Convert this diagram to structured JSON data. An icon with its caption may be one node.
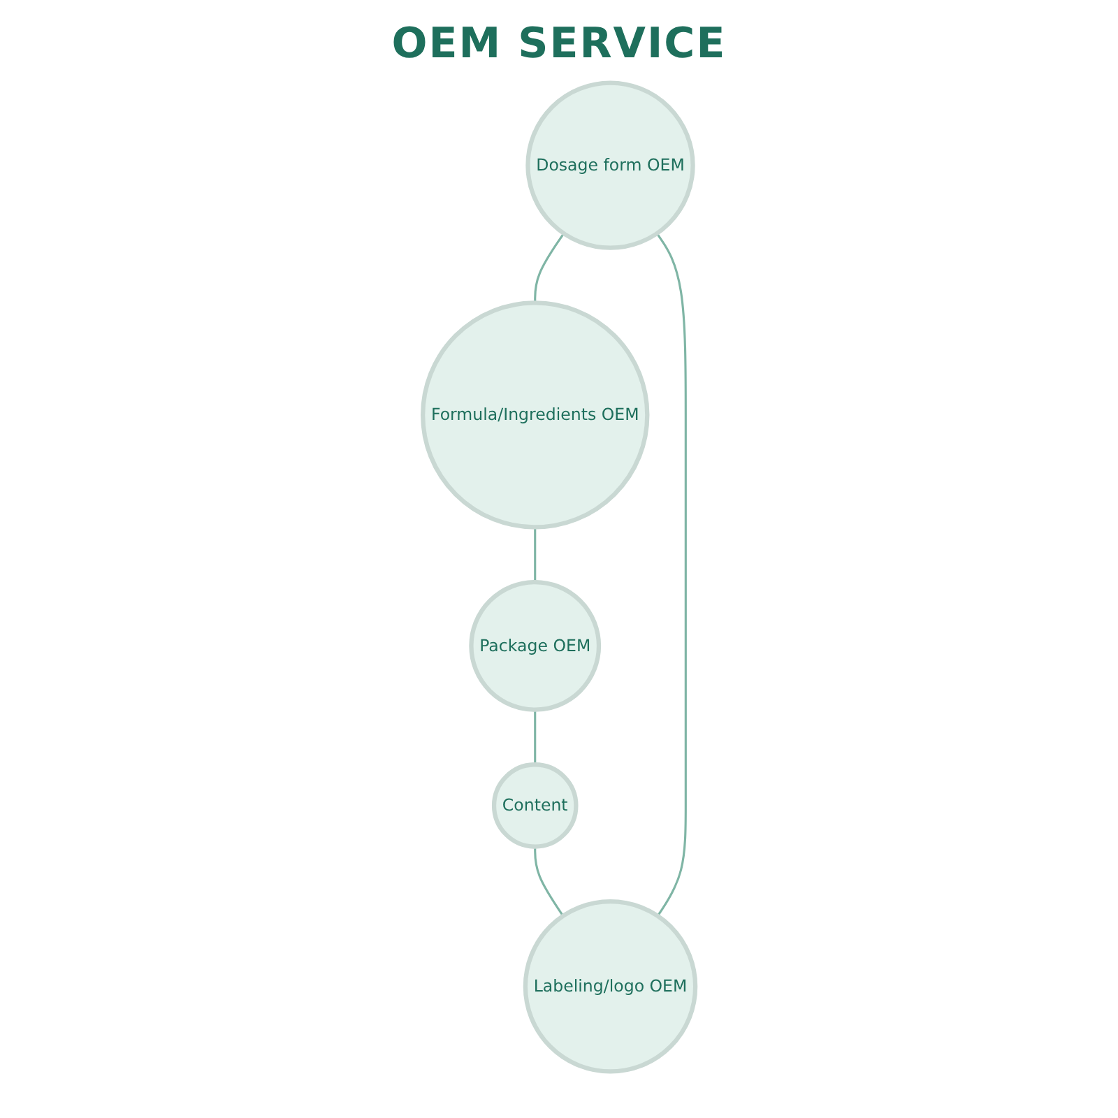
{
  "diagram": {
    "title": "OEM SERVICE",
    "nodes": [
      {
        "text": [
          "Dosage form OEM"
        ]
      },
      {
        "text": [
          "Labeling/logo OEM"
        ]
      },
      {
        "text": [
          "Formula/Ingredients OEM"
        ]
      },
      {
        "text": [
          "Content"
        ]
      },
      {
        "text": [
          "Package OEM"
        ]
      }
    ],
    "edges": [
      {
        "from": 0,
        "to": 2,
        "arrow": "none"
      },
      {
        "from": 2,
        "to": 4,
        "arrow": "none"
      },
      {
        "from": 4,
        "to": 3,
        "arrow": "none"
      },
      {
        "from": 3,
        "to": 1,
        "arrow": "none"
      },
      {
        "from": 1,
        "to": 0,
        "arrow": "none"
      }
    ]
  }
}
